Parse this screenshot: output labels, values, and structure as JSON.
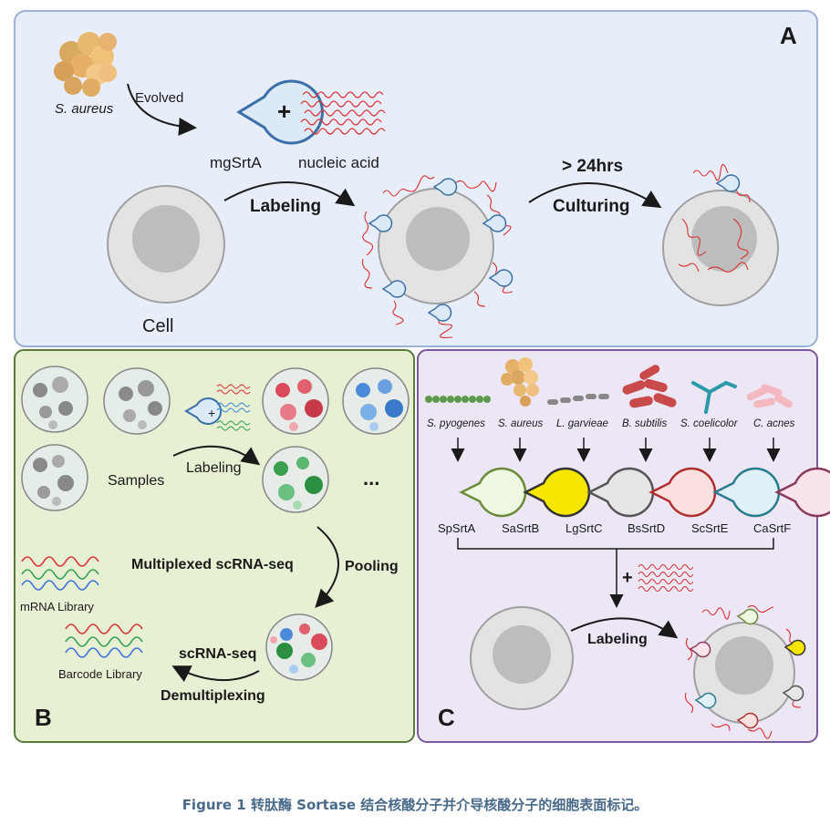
{
  "panels": {
    "a": {
      "letter": "A",
      "source_label": "S. aureus",
      "evolved_label": "Evolved",
      "enzyme_label": "mgSrtA",
      "plus": "+",
      "nucleic_label": "nucleic acid",
      "cell_label": "Cell",
      "labeling_label": "Labeling",
      "time_label": "> 24hrs",
      "culturing_label": "Culturing"
    },
    "b": {
      "letter": "B",
      "plus": "+",
      "samples_label": "Samples",
      "labeling_label": "Labeling",
      "ellipsis": "...",
      "multiplexed_label": "Multiplexed scRNA-seq",
      "pooling_label": "Pooling",
      "mrna_library_label": "mRNA Library",
      "scrna_label": "scRNA-seq",
      "barcode_library_label": "Barcode Library",
      "demultiplexing_label": "Demultiplexing"
    },
    "c": {
      "letter": "C",
      "organisms": [
        {
          "name": "S. pyogenes",
          "enzyme": "SpSrtA",
          "fill": "#eef7e0",
          "stroke": "#6a8a3a"
        },
        {
          "name": "S. aureus",
          "enzyme": "SaSrtB",
          "fill": "#f7e600",
          "stroke": "#333333"
        },
        {
          "name": "L. garvieae",
          "enzyme": "LgSrtC",
          "fill": "#e6e6e6",
          "stroke": "#555555"
        },
        {
          "name": "B. subtilis",
          "enzyme": "BsSrtD",
          "fill": "#fbe0e0",
          "stroke": "#b03030"
        },
        {
          "name": "S. coelicolor",
          "enzyme": "ScSrtE",
          "fill": "#dff0f6",
          "stroke": "#2a7a90"
        },
        {
          "name": "C. acnes",
          "enzyme": "CaSrtF",
          "fill": "#f9e4ee",
          "stroke": "#8a3a5a"
        }
      ],
      "plus": "+",
      "labeling_label": "Labeling"
    }
  },
  "caption": "Figure 1 转肽酶 Sortase 结合核酸分子并介导核酸分子的细胞表面标记。",
  "colors": {
    "panel_a_bg": "#e8eef9",
    "panel_a_border": "#9ab0d6",
    "panel_b_bg": "#e7f0d2",
    "panel_b_border": "#5a7a3a",
    "panel_c_bg": "#ece6f5",
    "panel_c_border": "#7a5a9a",
    "rna_red": "#d93030"
  }
}
